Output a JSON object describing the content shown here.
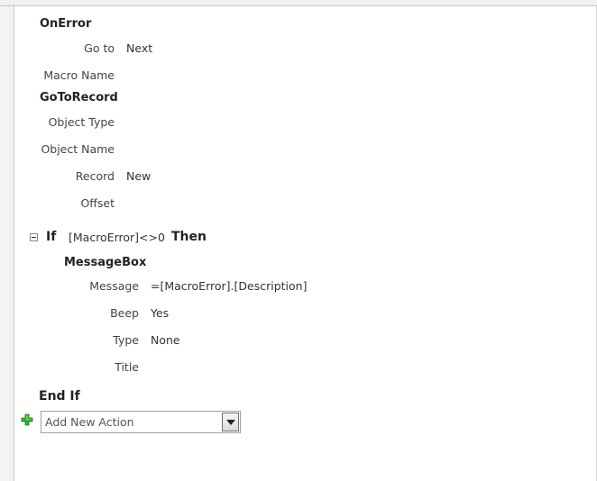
{
  "actions": {
    "onerror": {
      "title": "OnError",
      "goto_label": "Go to",
      "goto_value": "Next",
      "macro_name_label": "Macro Name",
      "macro_name_value": ""
    },
    "gotorecord": {
      "title": "GoToRecord",
      "object_type_label": "Object Type",
      "object_name_label": "Object Name",
      "record_label": "Record",
      "record_value": "New",
      "offset_label": "Offset"
    },
    "if_block": {
      "if_keyword": "If",
      "condition": "[MacroError]<>0",
      "then_keyword": "Then",
      "end_if_keyword": "End If",
      "messagebox": {
        "title": "MessageBox",
        "message_label": "Message",
        "message_value": "=[MacroError].[Description]",
        "beep_label": "Beep",
        "beep_value": "Yes",
        "type_label": "Type",
        "type_value": "None",
        "title_label": "Title",
        "title_value": ""
      }
    }
  },
  "add_action": {
    "placeholder": "Add New Action"
  },
  "icons": {
    "add": "plus-icon",
    "collapse": "collapse-minus-icon",
    "dropdown": "chevron-down-icon"
  },
  "colors": {
    "plus_green": "#3aaa35",
    "border": "#c6c6c6"
  }
}
